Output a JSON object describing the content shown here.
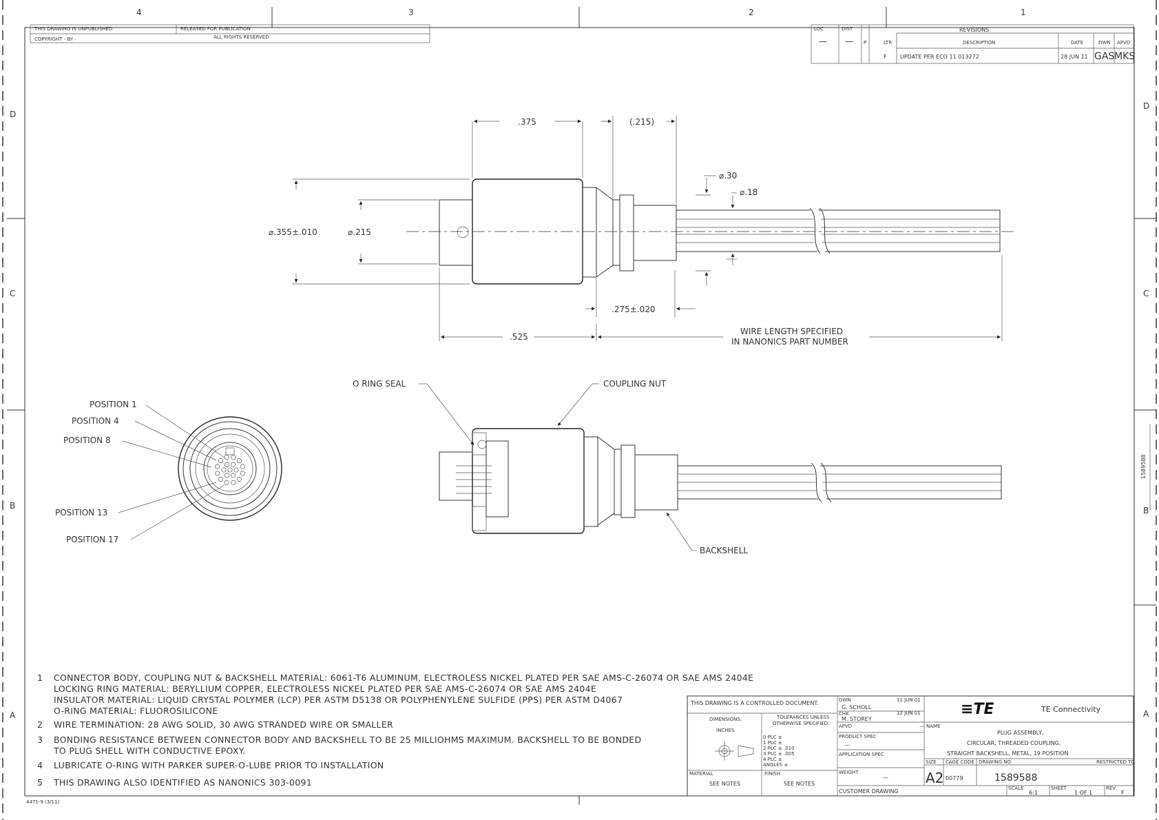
{
  "zones": {
    "top": [
      "4",
      "3",
      "2",
      "1"
    ],
    "right": [
      "D",
      "C",
      "B",
      "A"
    ],
    "left": [
      "D",
      "C",
      "B",
      "A"
    ]
  },
  "top_left_block": {
    "unpublished": "THIS DRAWING IS UNPUBLISHED",
    "released": "RELEASED FOR PUBLICATION",
    "copyright": "COPYRIGHT  -    BY  -",
    "rights": "ALL RIGHTS RESERVED"
  },
  "revisions": {
    "header": "REVISIONS",
    "col_loc": "LOC",
    "col_dist": "DIST",
    "col_p": "P",
    "col_ltr": "LTR",
    "col_desc": "DESCRIPTION",
    "col_date": "DATE",
    "col_dwn": "DWN",
    "col_apvd": "APVD",
    "loc": "—",
    "dist": "—",
    "ltr": "F",
    "desc": "UPDATE PER ECO 11 013272",
    "date": "28 JUN 11",
    "dwn": "GAS",
    "apvd": "MKS"
  },
  "dimensions": {
    "d375": ".375",
    "d215p": "(.215)",
    "dia30": "⌀.30",
    "dia18": "⌀.18",
    "dia355": "⌀.355±.010",
    "dia215": "⌀.215",
    "d275": ".275±.020",
    "d525": ".525",
    "wire1": "WIRE LENGTH SPECIFIED",
    "wire2": "IN NANONICS PART NUMBER"
  },
  "callouts": {
    "oring": "O RING SEAL",
    "coupling": "COUPLING NUT",
    "backshell": "BACKSHELL",
    "pos1": "POSITION 1",
    "pos4": "POSITION 4",
    "pos8": "POSITION 8",
    "pos13": "POSITION 13",
    "pos17": "POSITION 17"
  },
  "notes": [
    {
      "num": "1",
      "lines": [
        "CONNECTOR BODY, COUPLING NUT & BACKSHELL MATERIAL: 6061-T6 ALUMINUM, ELECTROLESS NICKEL PLATED PER SAE AMS-C-26074 OR SAE AMS 2404E",
        "LOCKING RING MATERIAL: BERYLLIUM COPPER, ELECTROLESS NICKEL PLATED PER SAE AMS-C-26074 OR SAE AMS 2404E",
        "INSULATOR MATERIAL: LIQUID CRYSTAL POLYMER (LCP) PER ASTM D5138 OR POLYPHENYLENE SULFIDE (PPS) PER ASTM D4067",
        "O-RING MATERIAL: FLUOROSILICONE"
      ]
    },
    {
      "num": "2",
      "lines": [
        "WIRE TERMINATION: 28 AWG SOLID, 30 AWG STRANDED WIRE OR SMALLER"
      ]
    },
    {
      "num": "3",
      "lines": [
        "BONDING RESISTANCE BETWEEN CONNECTOR BODY AND BACKSHELL TO BE 25 MILLIOHMS MAXIMUM. BACKSHELL TO BE BONDED",
        "TO PLUG SHELL WITH CONDUCTIVE EPOXY."
      ]
    },
    {
      "num": "4",
      "lines": [
        "LUBRICATE O-RING WITH PARKER SUPER-O-LUBE PRIOR TO INSTALLATION"
      ]
    },
    {
      "num": "5",
      "lines": [
        "THIS DRAWING ALSO IDENTIFIED AS NANONICS 303-0091"
      ]
    }
  ],
  "title_block": {
    "controlled": "THIS DRAWING IS A CONTROLLED DOCUMENT.",
    "dimensions_label": "DIMENSIONS:",
    "inches": "INCHES",
    "tolerances": "TOLERANCES UNLESS",
    "otherwise": "OTHERWISE SPECIFIED:",
    "plc0": "0 PLC    ±",
    "plc1": "1 PLC    ±",
    "plc2": "2 PLC    ±  .010",
    "plc3": "3 PLC    ±  .005",
    "plc4": "4 PLC    ±",
    "angles": "ANGLES   ±",
    "material_label": "MATERIAL",
    "finish_label": "FINISH",
    "material": "SEE NOTES",
    "finish": "SEE NOTES",
    "dwn_label": "DWN",
    "dwn_name": "G. SCHOLL",
    "dwn_date": "11 JUN 01",
    "chk_label": "CHK",
    "chk_name": "M. STOREY",
    "chk_date": "12 JUN 01",
    "apvd_label": "APVD",
    "apvd_val": "—",
    "product_spec": "PRODUCT SPEC",
    "product_spec_val": "—",
    "application_spec": "APPLICATION SPEC",
    "weight": "WEIGHT",
    "weight_val": "—",
    "customer": "CUSTOMER DRAWING",
    "logo": "≡TE",
    "company": "TE Connectivity",
    "name_label": "NAME",
    "name1": "PLUG ASSEMBLY,",
    "name2": "CIRCULAR, THREADED COUPLING,",
    "name3": "STRAIGHT BACKSHELL, METAL, 19 POSITION",
    "size_label": "SIZE",
    "size": "A2",
    "cage_label": "CAGE CODE",
    "cage": "00779",
    "dwgno_label": "DRAWING NO",
    "dwgno": "1589588",
    "restricted": "RESTRICTED TO",
    "scale_label": "SCALE",
    "scale": "6:1",
    "sheet_label": "SHEET",
    "sheet": "1 OF 1",
    "rev_label": "REV",
    "rev": "F"
  },
  "form_code": "4471-9 (3/11)",
  "side_label": "1589588"
}
